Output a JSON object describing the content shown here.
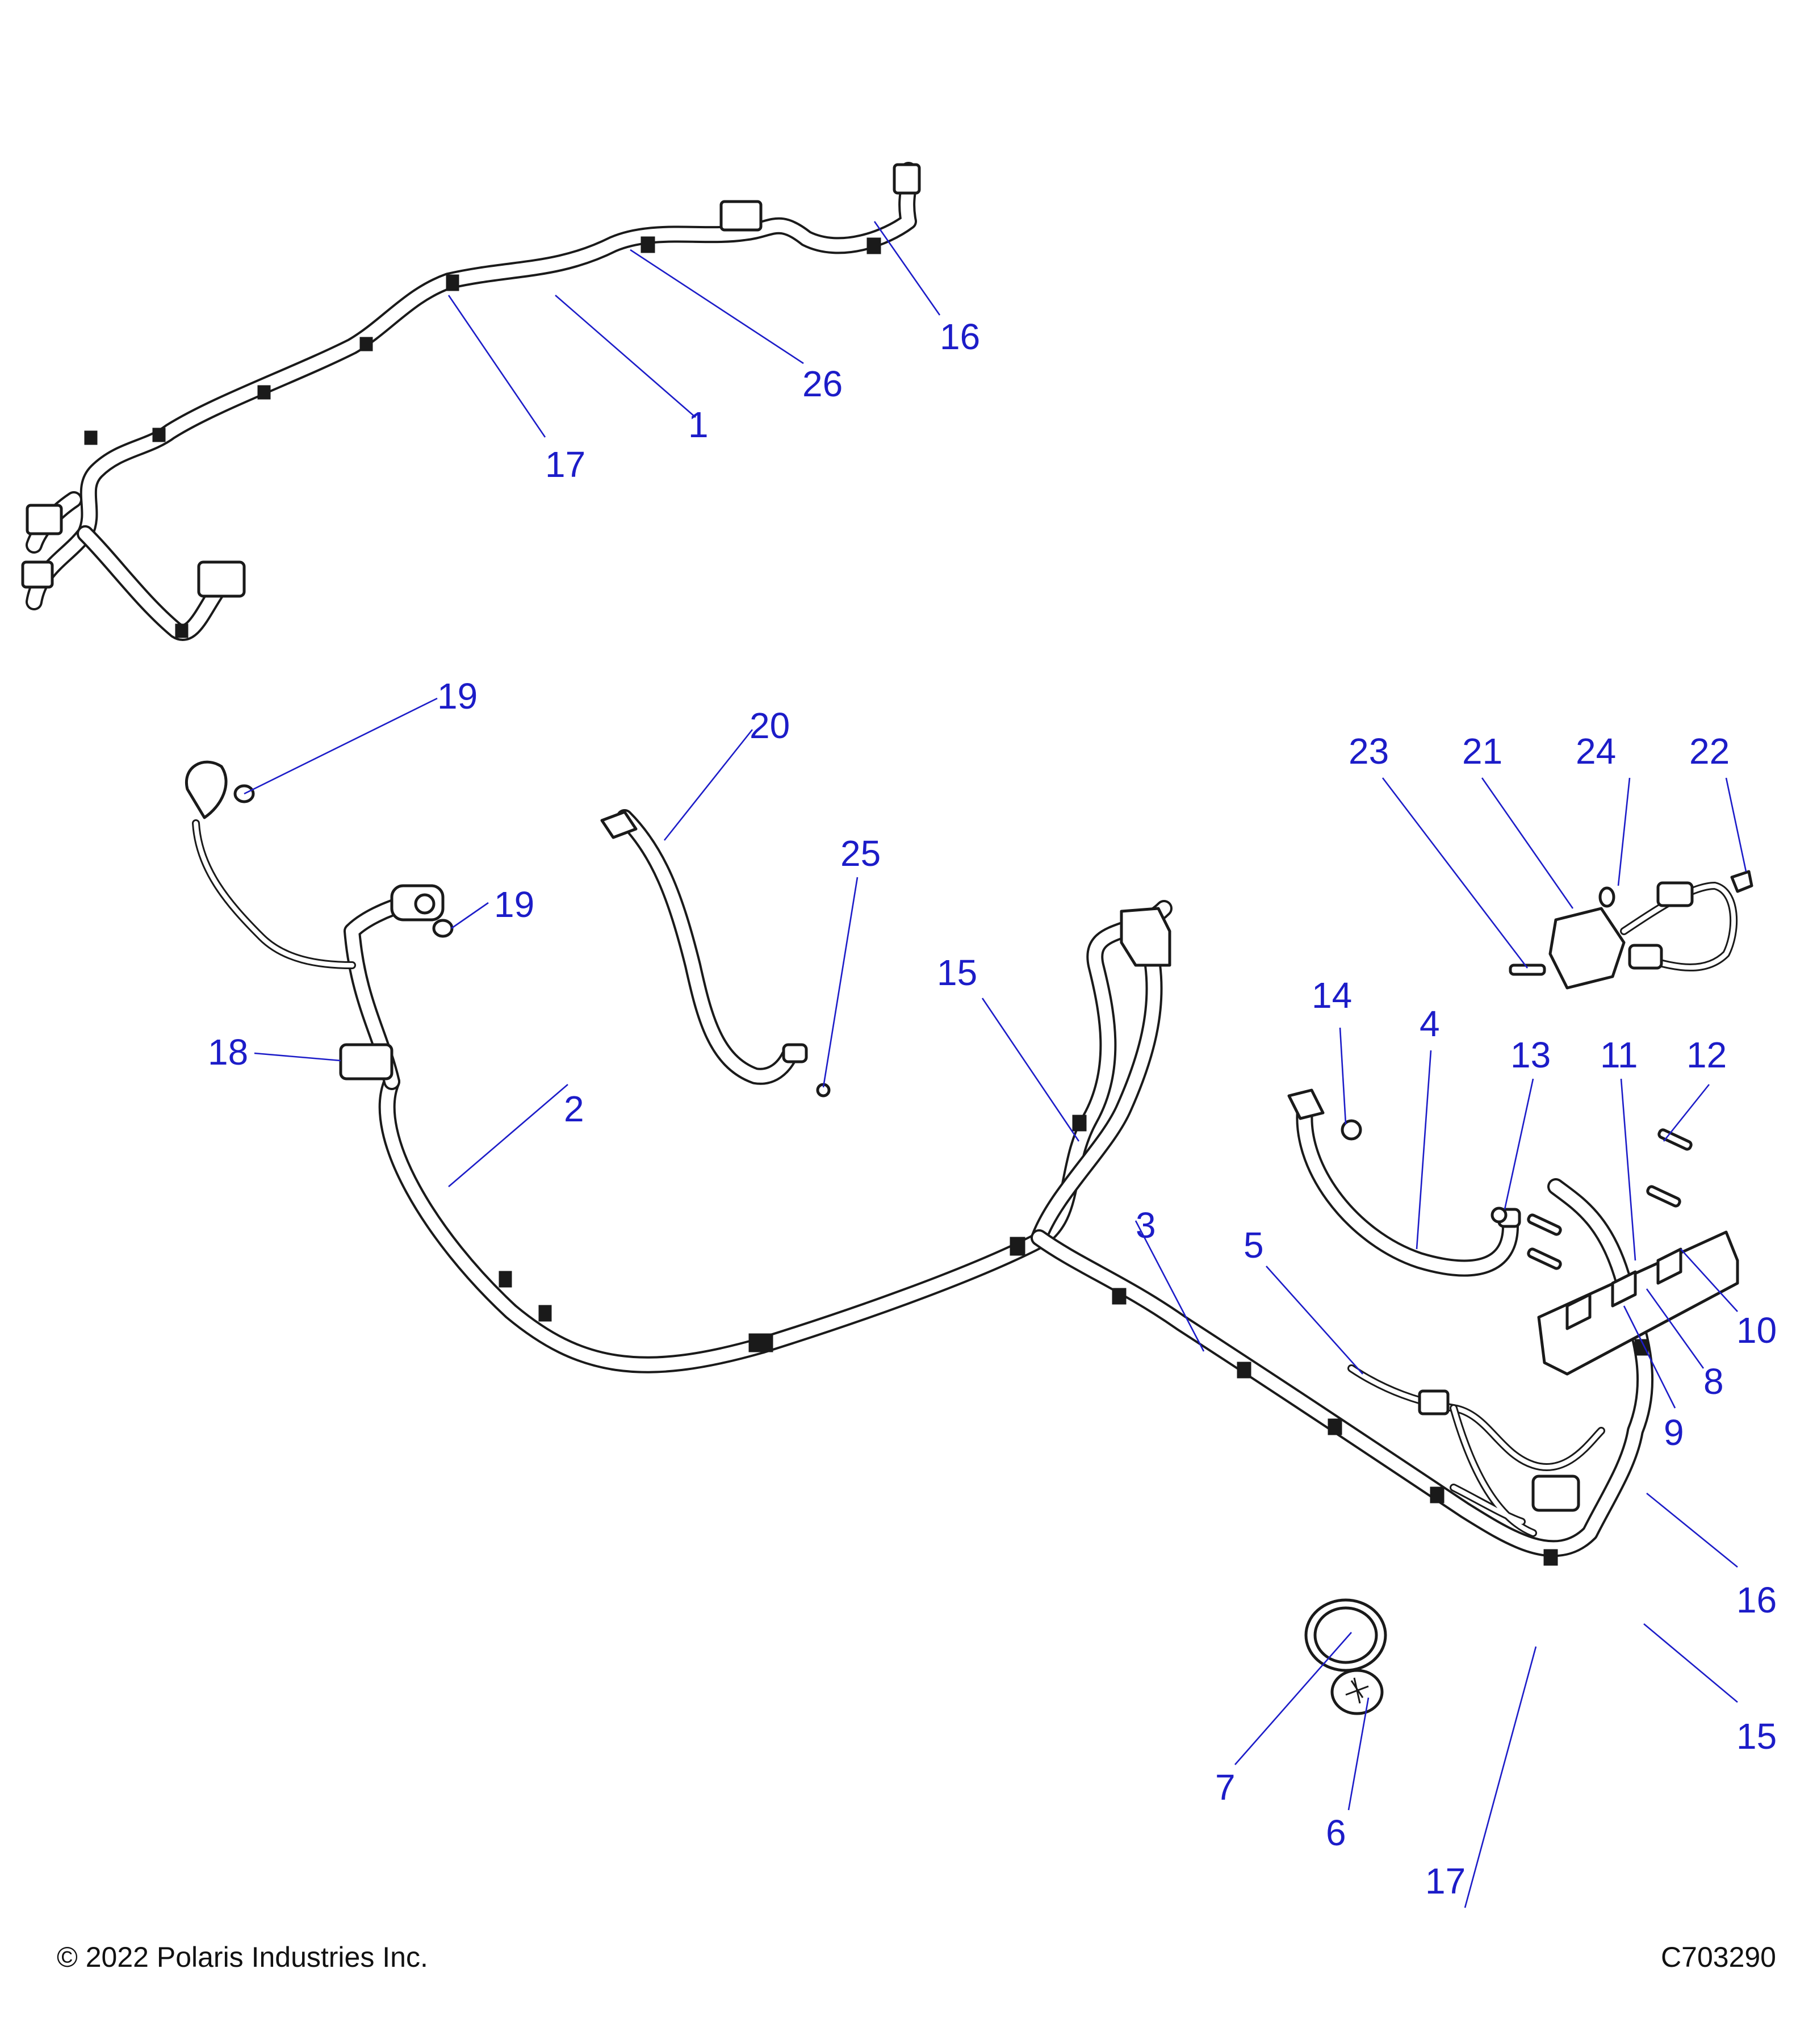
{
  "callouts": {
    "c1": "1",
    "c2": "2",
    "c3": "3",
    "c4": "4",
    "c5": "5",
    "c6": "6",
    "c7": "7",
    "c8": "8",
    "c9": "9",
    "c10": "10",
    "c11": "11",
    "c12": "12",
    "c13": "13",
    "c14": "14",
    "c15a": "15",
    "c15b": "15",
    "c16a": "16",
    "c16b": "16",
    "c17a": "17",
    "c17b": "17",
    "c18": "18",
    "c19a": "19",
    "c19b": "19",
    "c20": "20",
    "c21": "21",
    "c22": "22",
    "c23": "23",
    "c24": "24",
    "c25": "25",
    "c26": "26"
  },
  "footer": {
    "copyright": "© 2022 Polaris Industries Inc.",
    "drawing_id": "C703290"
  },
  "colors": {
    "callout": "#1c1cc8",
    "linework": "#1a1a1a",
    "background": "#ffffff"
  }
}
